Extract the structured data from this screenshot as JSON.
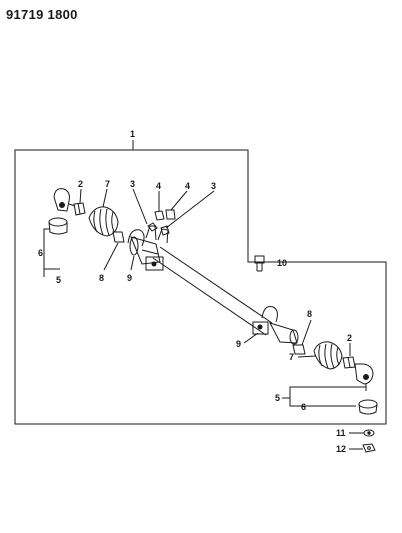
{
  "header": {
    "code": "91719 1800"
  },
  "callouts": {
    "c1": "1",
    "c2a": "2",
    "c2b": "2",
    "c3a": "3",
    "c3b": "3",
    "c4a": "4",
    "c4b": "4",
    "c5a": "5",
    "c5b": "5",
    "c6a": "6",
    "c6b": "6",
    "c7a": "7",
    "c7b": "7",
    "c8a": "8",
    "c8b": "8",
    "c9a": "9",
    "c9b": "9",
    "c10": "10",
    "c11": "11",
    "c12": "12"
  },
  "colors": {
    "ink": "#1a1a1a",
    "paper": "#ffffff"
  }
}
